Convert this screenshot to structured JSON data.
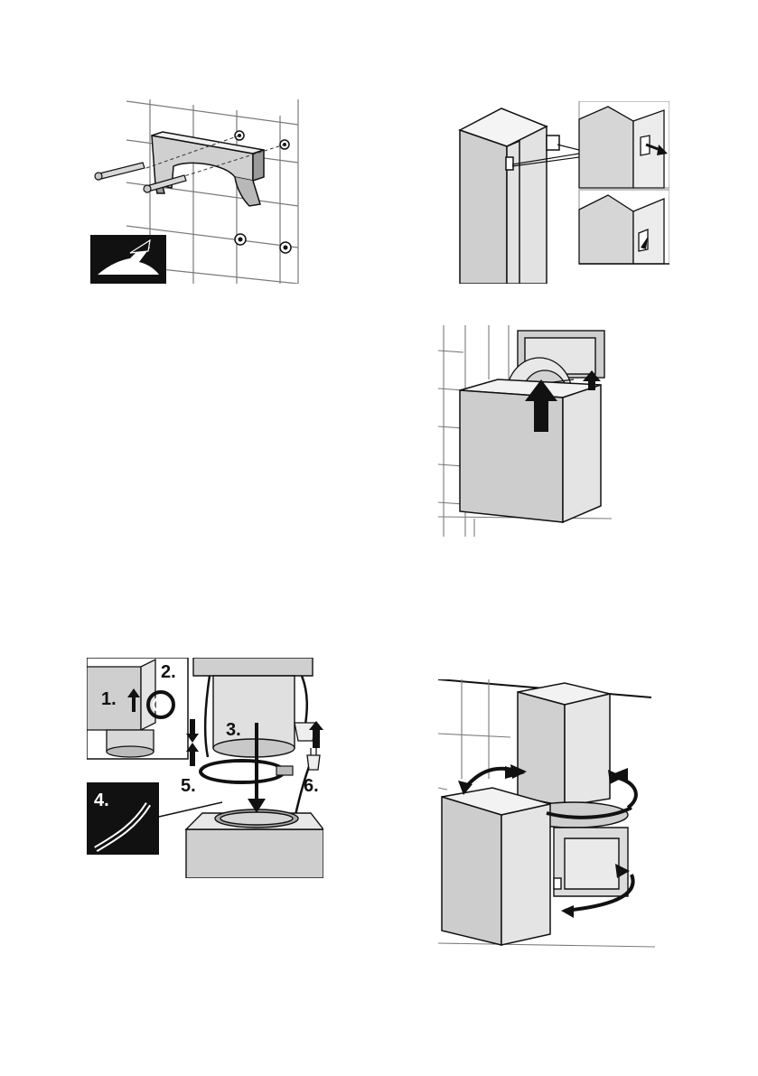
{
  "page": {
    "type": "installation-manual-illustrations",
    "figures": [
      {
        "id": "fig-1",
        "subject": "wall bracket mounting with screws and wall plugs",
        "icon": "drill-hand-icon"
      },
      {
        "id": "fig-2",
        "subject": "chimney duct clip hook and release detail"
      },
      {
        "id": "fig-3",
        "subject": "inner chimney duct pushed upward into bracket"
      },
      {
        "id": "fig-4",
        "subject": "hood connection sequence",
        "step_labels": [
          "1.",
          "2.",
          "3.",
          "4.",
          "5.",
          "6."
        ]
      },
      {
        "id": "fig-5",
        "subject": "fitting outer chimney covers by rotation"
      }
    ]
  },
  "colors": {
    "line": "#111111",
    "metal_light": "#e6e6e6",
    "metal_mid": "#bdbdbd",
    "metal_dark": "#8a8a8a",
    "tile_line": "#7a7a7a"
  }
}
